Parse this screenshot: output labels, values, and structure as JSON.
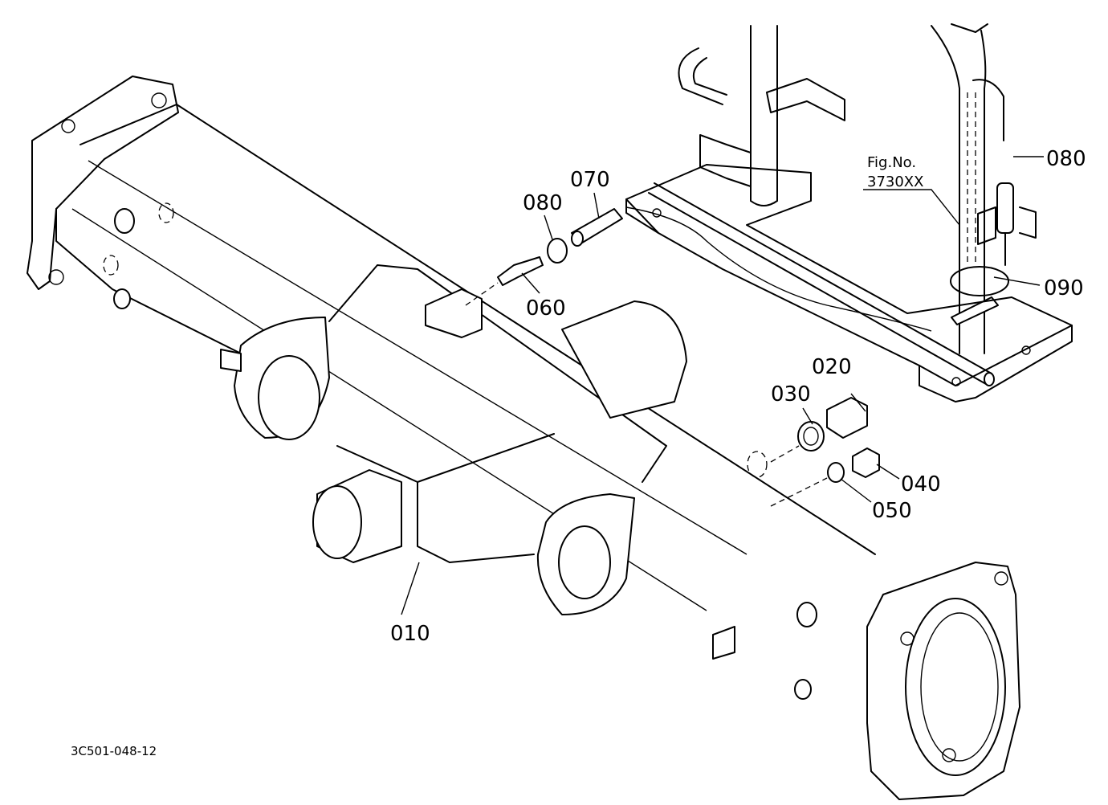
{
  "parts": [
    {
      "id": "p010",
      "label": "010"
    },
    {
      "id": "p020",
      "label": "020"
    },
    {
      "id": "p030",
      "label": "030"
    },
    {
      "id": "p040",
      "label": "040"
    },
    {
      "id": "p050",
      "label": "050"
    },
    {
      "id": "p060",
      "label": "060"
    },
    {
      "id": "p070",
      "label": "070"
    },
    {
      "id": "p080a",
      "label": "080"
    },
    {
      "id": "p080b",
      "label": "080"
    },
    {
      "id": "p090",
      "label": "090"
    }
  ],
  "figure_ref": {
    "line1": "Fig.No.",
    "line2": "3730XX"
  },
  "drawing_code": "3C501-048-12"
}
